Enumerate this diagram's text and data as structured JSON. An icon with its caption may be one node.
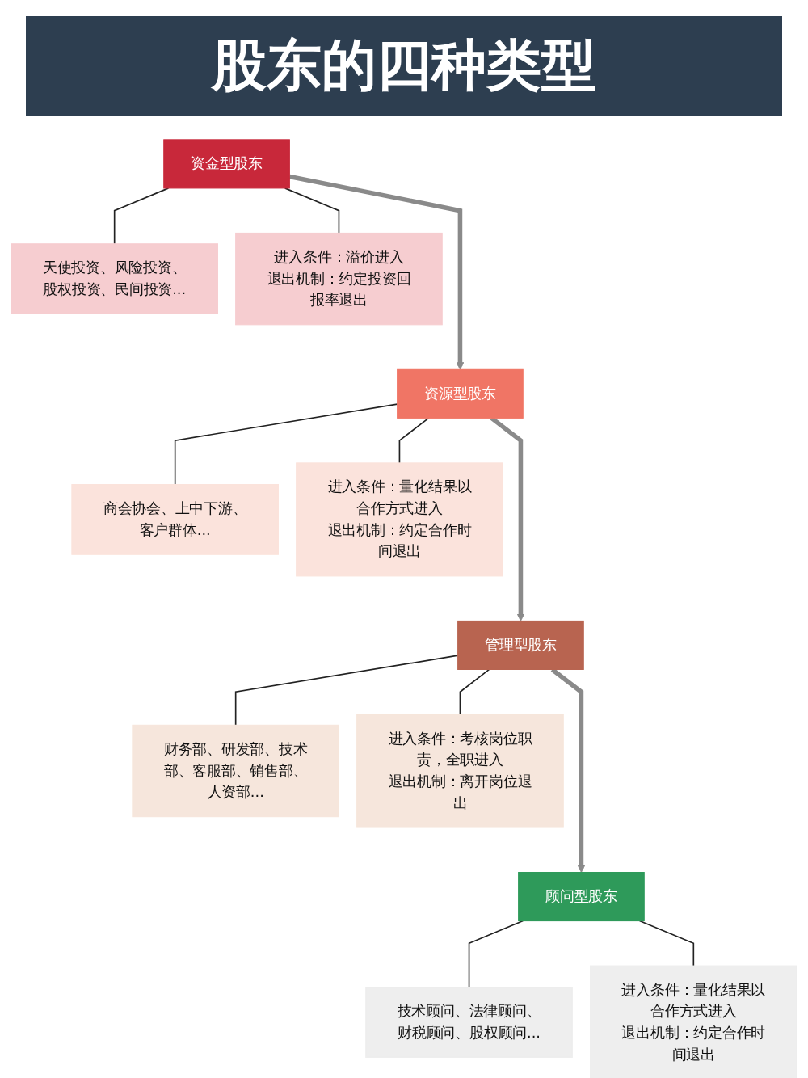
{
  "diagram": {
    "title": "股东的四种类型",
    "nodes": [
      {
        "text": [
          "资金型股东"
        ]
      },
      {
        "text": [
          "天使投资、风险投资、股权投资、民间投资..."
        ]
      },
      {
        "text": [
          "进入条件：溢价进入",
          "退出机制：约定投资回报率退出"
        ]
      },
      {
        "text": [
          "资源型股东"
        ]
      },
      {
        "text": [
          "商会协会、上中下游、客户群体..."
        ]
      },
      {
        "text": [
          "进入条件：量化结果以合作方式进入",
          "退出机制：约定合作时间退出"
        ]
      },
      {
        "text": [
          "管理型股东"
        ]
      },
      {
        "text": [
          "财务部、研发部、技术部、客服部、销售部、人资部..."
        ]
      },
      {
        "text": [
          "进入条件：考核岗位职责，全职进入",
          "退出机制：离开岗位退出"
        ]
      },
      {
        "text": [
          "顾问型股东"
        ]
      },
      {
        "text": [
          "技术顾问、法律顾问、财税顾问、股权顾问..."
        ]
      },
      {
        "text": [
          "进入条件：量化结果以合作方式进入",
          "退出机制：约定合作时间退出"
        ]
      }
    ],
    "edges": [
      {
        "from": 0,
        "to": 1,
        "arrow": "none"
      },
      {
        "from": 0,
        "to": 2,
        "arrow": "none"
      },
      {
        "from": 0,
        "to": 3,
        "arrow": "to",
        "style": "thick",
        "color": "#8a8a8a"
      },
      {
        "from": 3,
        "to": 4,
        "arrow": "none"
      },
      {
        "from": 3,
        "to": 5,
        "arrow": "none"
      },
      {
        "from": 3,
        "to": 6,
        "arrow": "to",
        "style": "thick",
        "color": "#8a8a8a"
      },
      {
        "from": 6,
        "to": 7,
        "arrow": "none"
      },
      {
        "from": 6,
        "to": 8,
        "arrow": "none"
      },
      {
        "from": 6,
        "to": 9,
        "arrow": "to",
        "style": "thick",
        "color": "#8a8a8a"
      },
      {
        "from": 9,
        "to": 10,
        "arrow": "none"
      },
      {
        "from": 9,
        "to": 11,
        "arrow": "none"
      }
    ]
  }
}
